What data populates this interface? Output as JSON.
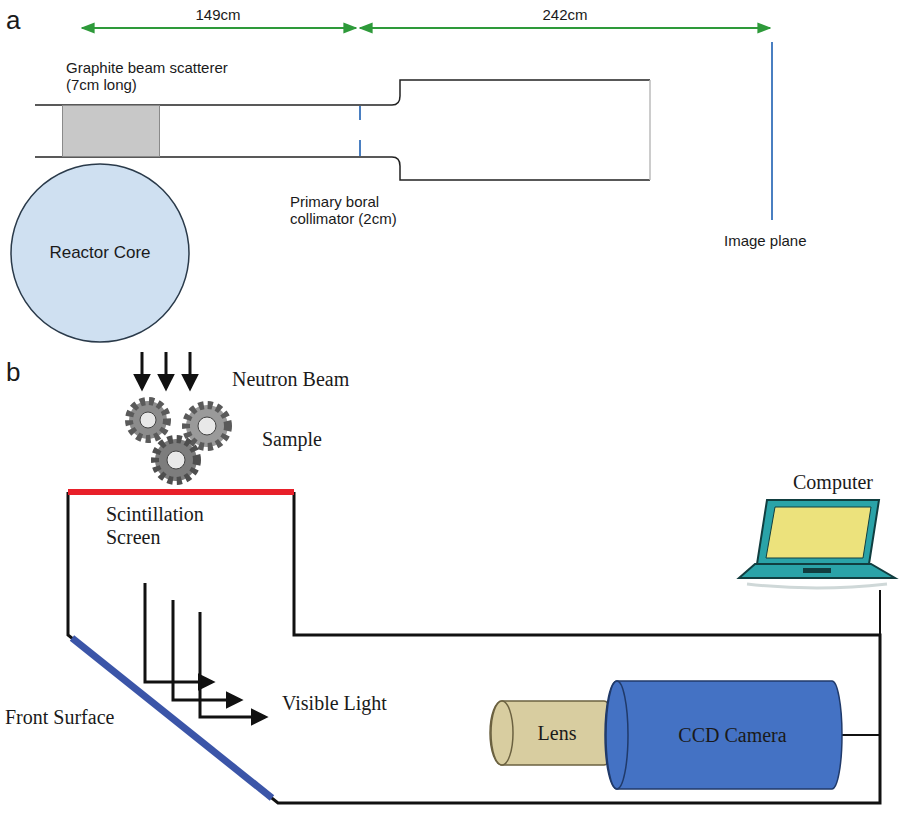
{
  "diagram": {
    "nodes": [
      {
        "text": [
          "Reactor Core"
        ]
      },
      {
        "text": [
          "Graphite beam scatterer (7cm long)"
        ]
      },
      {
        "text": [
          "Lens"
        ]
      },
      {
        "text": [
          "CCD Camera"
        ]
      },
      {
        "text": [
          "Computer"
        ]
      }
    ],
    "edges": [
      {
        "from": 3,
        "to": 4,
        "arrow": "none"
      }
    ],
    "labels": [
      "a",
      "149cm",
      "242cm",
      "Primary boral collimator (2cm)",
      "Image plane",
      "b",
      "Neutron Beam",
      "Sample",
      "Scintillation Screen",
      "Front Surface",
      "Visible Light"
    ]
  }
}
